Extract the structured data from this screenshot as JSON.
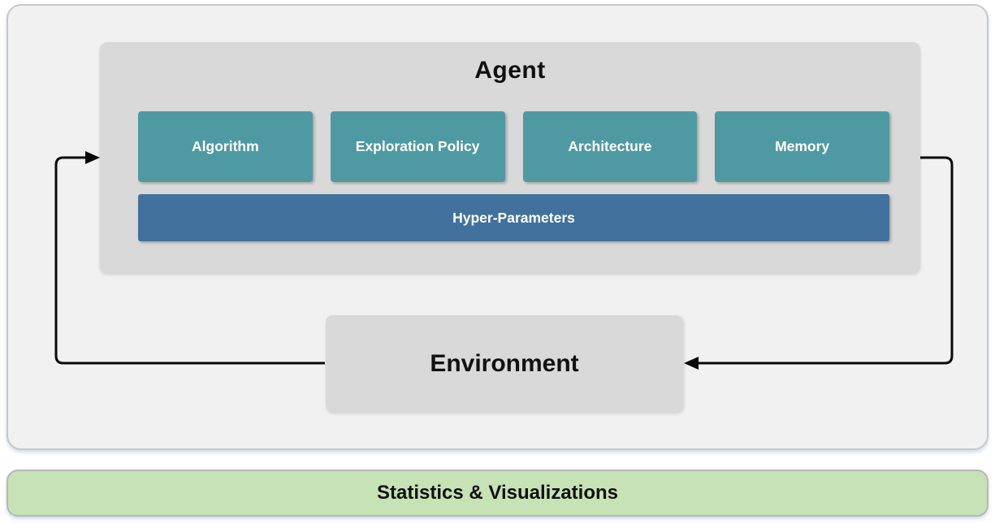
{
  "agent": {
    "title": "Agent",
    "modules": [
      "Algorithm",
      "Exploration Policy",
      "Architecture",
      "Memory"
    ],
    "hyper_parameters_label": "Hyper-Parameters"
  },
  "environment": {
    "title": "Environment"
  },
  "footer": {
    "label": "Statistics & Visualizations"
  },
  "arrows": [
    {
      "name": "environment-to-agent",
      "from": "Environment",
      "to": "Agent"
    },
    {
      "name": "agent-to-environment",
      "from": "Agent",
      "to": "Environment"
    }
  ],
  "colors": {
    "panel_bg": "#f1f1f2",
    "gray_box": "#d9d9d9",
    "module_teal": "#4f9aa2",
    "hyper_blue": "#41719c",
    "stats_green": "#c7e2b5",
    "arrow": "#0a0a0a"
  }
}
